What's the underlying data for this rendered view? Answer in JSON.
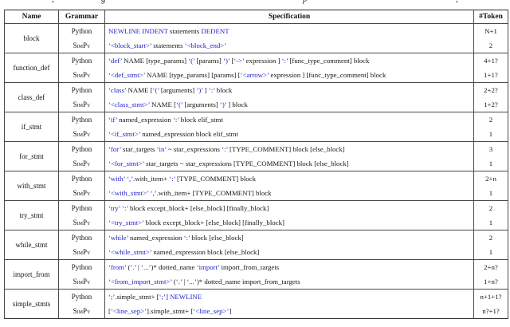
{
  "caption_marks": [
    ",",
    "g",
    "p",
    ","
  ],
  "colors": {
    "terminal_blue": "#2222cc",
    "text": "#141414",
    "border": "#4a4a4a"
  },
  "table": {
    "headers": [
      "Name",
      "Grammar",
      "Specification",
      "#Token"
    ],
    "grammar_labels": {
      "python": "Python",
      "simpy": "SimPy"
    },
    "groups": [
      {
        "name": "block",
        "rows": [
          {
            "grammar": "Python",
            "smallcaps": false,
            "tokens": "N+1",
            "spec": [
              {
                "t": "NEWLINE INDENT",
                "b": 1
              },
              {
                "t": " statements ",
                "b": 0
              },
              {
                "t": "DEDENT",
                "b": 1
              }
            ]
          },
          {
            "grammar": "SimPy",
            "smallcaps": true,
            "tokens": "2",
            "spec": [
              {
                "t": "‘<block_start>’",
                "b": 1
              },
              {
                "t": " statements ",
                "b": 0
              },
              {
                "t": "‘<block_end>’",
                "b": 1
              }
            ]
          }
        ]
      },
      {
        "name": "function_def",
        "rows": [
          {
            "grammar": "Python",
            "smallcaps": false,
            "tokens": "4+1?",
            "spec": [
              {
                "t": "‘def’",
                "b": 1
              },
              {
                "t": " NAME [type_params] ",
                "b": 0
              },
              {
                "t": "‘(’",
                "b": 1
              },
              {
                "t": " [params] ",
                "b": 0
              },
              {
                "t": "‘)’",
                "b": 1
              },
              {
                "t": " [",
                "b": 0
              },
              {
                "t": "‘->’",
                "b": 1
              },
              {
                "t": " expression ] ",
                "b": 0
              },
              {
                "t": "‘:’",
                "b": 1
              },
              {
                "t": " [func_type_comment] block",
                "b": 0
              }
            ]
          },
          {
            "grammar": "SimPy",
            "smallcaps": true,
            "tokens": "1+1?",
            "spec": [
              {
                "t": "‘<def_stmt>’",
                "b": 1
              },
              {
                "t": " NAME [type_params] [params] [",
                "b": 0
              },
              {
                "t": "‘<arrow>’",
                "b": 1
              },
              {
                "t": " expression ] [func_type_comment] block",
                "b": 0
              }
            ]
          }
        ]
      },
      {
        "name": "class_def",
        "rows": [
          {
            "grammar": "Python",
            "smallcaps": false,
            "tokens": "2+2?",
            "spec": [
              {
                "t": "‘class’",
                "b": 1
              },
              {
                "t": " NAME [",
                "b": 0
              },
              {
                "t": "‘(’",
                "b": 1
              },
              {
                "t": " [arguments] ",
                "b": 0
              },
              {
                "t": "‘)’",
                "b": 1
              },
              {
                "t": " ] ",
                "b": 0
              },
              {
                "t": "‘:’",
                "b": 1
              },
              {
                "t": " block",
                "b": 0
              }
            ]
          },
          {
            "grammar": "SimPy",
            "smallcaps": true,
            "tokens": "1+2?",
            "spec": [
              {
                "t": "‘<class_stmt>’",
                "b": 1
              },
              {
                "t": " NAME [",
                "b": 0
              },
              {
                "t": "‘(’",
                "b": 1
              },
              {
                "t": " [arguments] ",
                "b": 0
              },
              {
                "t": "‘)’",
                "b": 1
              },
              {
                "t": " ] block",
                "b": 0
              }
            ]
          }
        ]
      },
      {
        "name": "if_stmt",
        "rows": [
          {
            "grammar": "Python",
            "smallcaps": false,
            "tokens": "2",
            "spec": [
              {
                "t": "‘if’",
                "b": 1
              },
              {
                "t": " named_expression ",
                "b": 0
              },
              {
                "t": "‘:’",
                "b": 1
              },
              {
                "t": " block elif_stmt",
                "b": 0
              }
            ]
          },
          {
            "grammar": "SimPy",
            "smallcaps": true,
            "tokens": "1",
            "spec": [
              {
                "t": "‘<if_stmt>’",
                "b": 1
              },
              {
                "t": " named_expression block elif_stmt",
                "b": 0
              }
            ]
          }
        ]
      },
      {
        "name": "for_stmt",
        "rows": [
          {
            "grammar": "Python",
            "smallcaps": false,
            "tokens": "3",
            "spec": [
              {
                "t": "‘for’",
                "b": 1
              },
              {
                "t": " star_targets ",
                "b": 0
              },
              {
                "t": "‘in’",
                "b": 1
              },
              {
                "t": " ~ star_expressions ",
                "b": 0
              },
              {
                "t": "‘:’",
                "b": 1
              },
              {
                "t": " [TYPE_COMMENT] block [else_block]",
                "b": 0
              }
            ]
          },
          {
            "grammar": "SimPy",
            "smallcaps": true,
            "tokens": "1",
            "spec": [
              {
                "t": "‘<for_stmt>’",
                "b": 1
              },
              {
                "t": " star_targets ~ star_expressions [TYPE_COMMENT] block [else_block]",
                "b": 0
              }
            ]
          }
        ]
      },
      {
        "name": "with_stmt",
        "rows": [
          {
            "grammar": "Python",
            "smallcaps": false,
            "tokens": "2+n",
            "spec": [
              {
                "t": "‘with’",
                "b": 1
              },
              {
                "t": " ",
                "b": 0
              },
              {
                "t": "‘,’",
                "b": 1
              },
              {
                "t": ".with_item+ ",
                "b": 0
              },
              {
                "t": "‘:’",
                "b": 1
              },
              {
                "t": " [TYPE_COMMENT] block",
                "b": 0
              }
            ]
          },
          {
            "grammar": "SimPy",
            "smallcaps": true,
            "tokens": "1",
            "spec": [
              {
                "t": "‘<with_stmt>’",
                "b": 1
              },
              {
                "t": " ",
                "b": 0
              },
              {
                "t": "‘,’",
                "b": 1
              },
              {
                "t": ".with_item+ [TYPE_COMMENT] block",
                "b": 0
              }
            ]
          }
        ]
      },
      {
        "name": "try_stmt",
        "rows": [
          {
            "grammar": "Python",
            "smallcaps": false,
            "tokens": "2",
            "spec": [
              {
                "t": "‘try’",
                "b": 1
              },
              {
                "t": " ",
                "b": 0
              },
              {
                "t": "‘:’",
                "b": 1
              },
              {
                "t": " block except_block+ [else_block] [finally_block]",
                "b": 0
              }
            ]
          },
          {
            "grammar": "SimPy",
            "smallcaps": true,
            "tokens": "1",
            "spec": [
              {
                "t": "‘<try_stmt>’",
                "b": 1
              },
              {
                "t": " block except_block+ [else_block] [finally_block]",
                "b": 0
              }
            ]
          }
        ]
      },
      {
        "name": "while_stmt",
        "rows": [
          {
            "grammar": "Python",
            "smallcaps": false,
            "tokens": "2",
            "spec": [
              {
                "t": "‘while’",
                "b": 1
              },
              {
                "t": " named_expression ",
                "b": 0
              },
              {
                "t": "‘:’",
                "b": 1
              },
              {
                "t": " block [else_block]",
                "b": 0
              }
            ]
          },
          {
            "grammar": "SimPy",
            "smallcaps": true,
            "tokens": "1",
            "spec": [
              {
                "t": "‘<while_stmt>’",
                "b": 1
              },
              {
                "t": " named_expression block [else_block]",
                "b": 0
              }
            ]
          }
        ]
      },
      {
        "name": "import_from",
        "rows": [
          {
            "grammar": "Python",
            "smallcaps": false,
            "tokens": "2+n?",
            "spec": [
              {
                "t": "‘from’",
                "b": 1
              },
              {
                "t": " (",
                "b": 0
              },
              {
                "t": "‘.’",
                "b": 1
              },
              {
                "t": " | ",
                "b": 0
              },
              {
                "t": "‘...’",
                "b": 1
              },
              {
                "t": ")* dotted_name ",
                "b": 0
              },
              {
                "t": "‘import’",
                "b": 1
              },
              {
                "t": " import_from_targets",
                "b": 0
              }
            ]
          },
          {
            "grammar": "SimPy",
            "smallcaps": true,
            "tokens": "1+n?",
            "spec": [
              {
                "t": "‘<from_import_stmt>’",
                "b": 1
              },
              {
                "t": " (",
                "b": 0
              },
              {
                "t": "‘.’",
                "b": 1
              },
              {
                "t": " | ",
                "b": 0
              },
              {
                "t": "‘...’",
                "b": 1
              },
              {
                "t": ")* dotted_name import_from_targets",
                "b": 0
              }
            ]
          }
        ]
      },
      {
        "name": "simple_stmts",
        "rows": [
          {
            "grammar": "Python",
            "smallcaps": false,
            "tokens": "n+1+1?",
            "spec": [
              {
                "t": "‘;’",
                "b": 1
              },
              {
                "t": ".simple_stmt+ [",
                "b": 0
              },
              {
                "t": "‘;’",
                "b": 1
              },
              {
                "t": "] ",
                "b": 0
              },
              {
                "t": "NEWLINE",
                "b": 1
              }
            ]
          },
          {
            "grammar": "SimPy",
            "smallcaps": true,
            "tokens": "n?+1?",
            "spec": [
              {
                "t": "[",
                "b": 0
              },
              {
                "t": "‘<line_sep>’",
                "b": 1
              },
              {
                "t": "].simple_stmt+ [",
                "b": 0
              },
              {
                "t": "‘<line_sep>’",
                "b": 1
              },
              {
                "t": "]",
                "b": 0
              }
            ]
          }
        ]
      }
    ]
  }
}
